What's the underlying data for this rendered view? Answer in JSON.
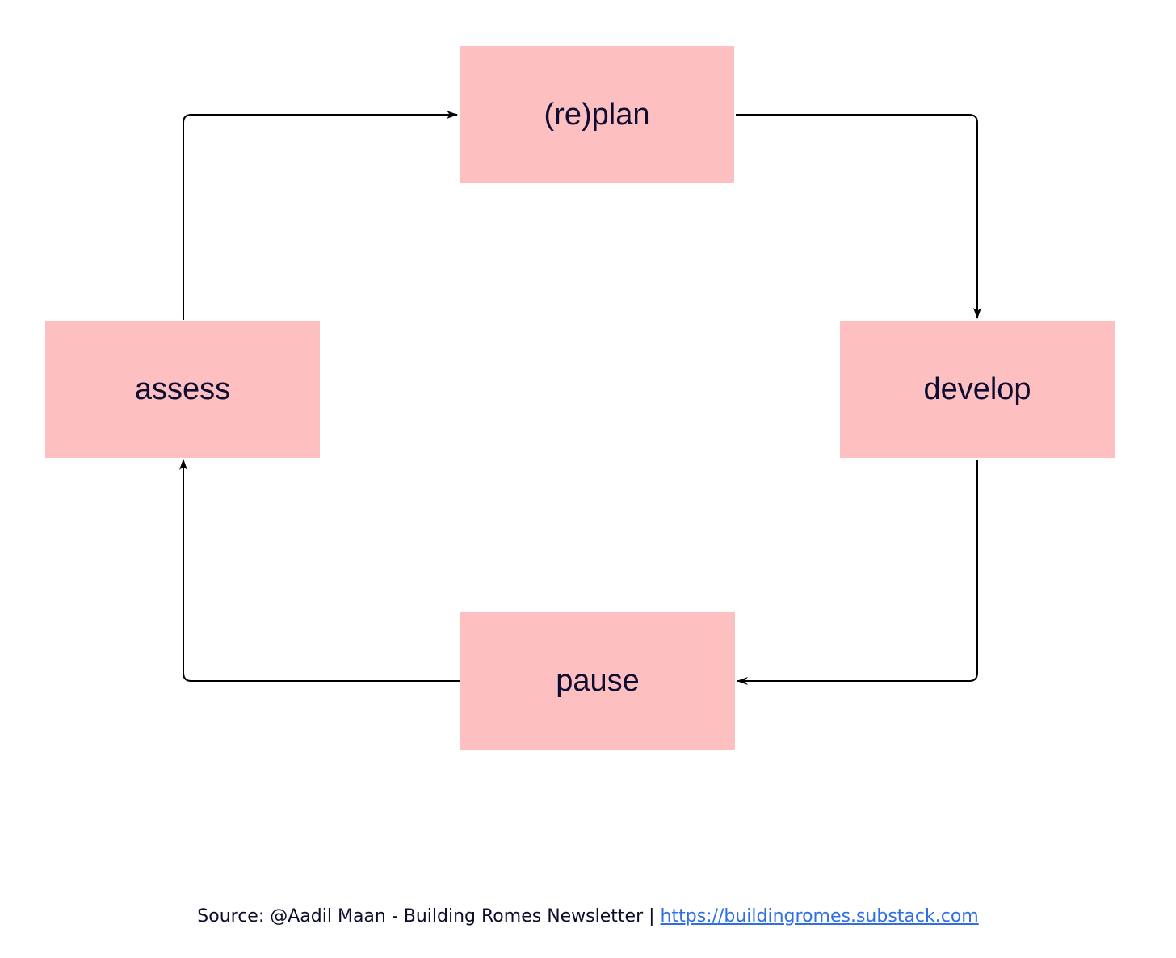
{
  "colors": {
    "node_fill": "#fdbfbf",
    "node_text": "#0d0c33",
    "connector": "#000000",
    "link": "#2f6fe4"
  },
  "nodes": {
    "replan": {
      "label": "(re)plan"
    },
    "develop": {
      "label": "develop"
    },
    "pause": {
      "label": "pause"
    },
    "assess": {
      "label": "assess"
    }
  },
  "edges": [
    {
      "from": "(re)plan",
      "to": "develop"
    },
    {
      "from": "develop",
      "to": "pause"
    },
    {
      "from": "pause",
      "to": "assess"
    },
    {
      "from": "assess",
      "to": "(re)plan"
    }
  ],
  "footer": {
    "source_text": "Source: @Aadil Maan - Building Romes Newsletter | ",
    "link_text": "https://buildingromes.substack.com"
  }
}
